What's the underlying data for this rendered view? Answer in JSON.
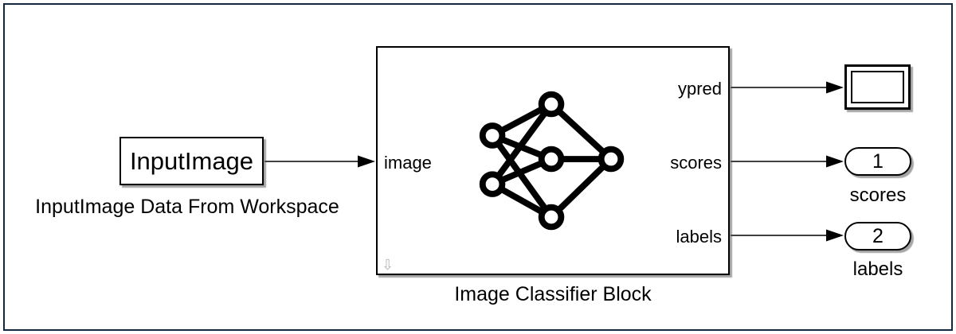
{
  "blocks": {
    "input_image": {
      "label": "InputImage",
      "caption": "InputImage Data From Workspace"
    },
    "classifier": {
      "caption": "Image Classifier Block",
      "ports": {
        "input": "image",
        "output1": "ypred",
        "output2": "scores",
        "output3": "labels"
      }
    },
    "outport_scores": {
      "number": "1",
      "caption": "scores"
    },
    "outport_labels": {
      "number": "2",
      "caption": "labels"
    }
  },
  "icons": {
    "badge_glyph": "⇩",
    "neural_network": "neural-network-2-3-1"
  },
  "colors": {
    "frame": "#12293f",
    "line": "#000000",
    "block_border": "#000000",
    "shadow": "#5a5a5a",
    "badge": "#b5b5b5",
    "background": "#ffffff"
  }
}
